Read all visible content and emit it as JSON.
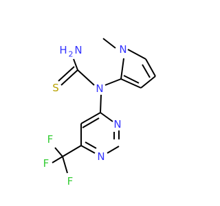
{
  "colors": {
    "carbon_bond": "#000000",
    "nitrogen": "#3333ff",
    "sulfur": "#b8a200",
    "fluorine": "#33cc33"
  },
  "atoms": {
    "amine_h": "H",
    "amine_sub": "2",
    "amine_n": "N",
    "methyl_n": "N",
    "sulfur": "S",
    "central_n": "N",
    "ring_n_upper": "N",
    "ring_n_lower": "N",
    "fluorine_top": "F",
    "fluorine_left": "F",
    "fluorine_bottom": "F"
  }
}
